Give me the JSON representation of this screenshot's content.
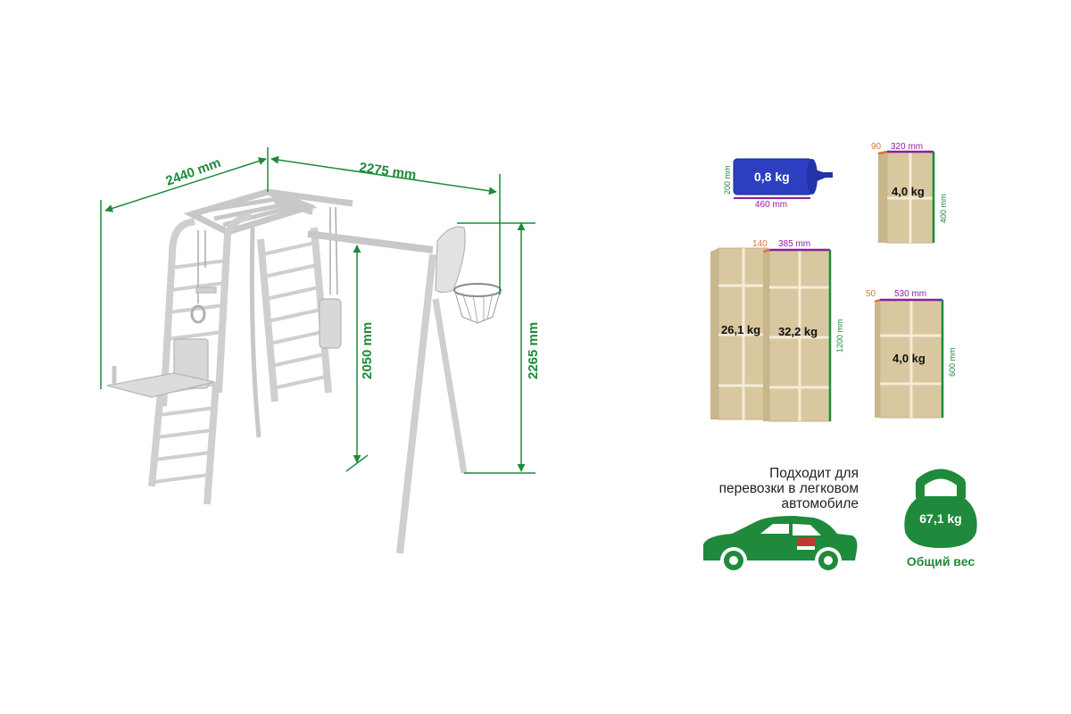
{
  "product_dims": {
    "width": "2440 mm",
    "length": "2275 mm",
    "height_bar": "2050 mm",
    "height_total": "2265 mm"
  },
  "bag": {
    "weight": "0,8 kg",
    "height": "200 mm",
    "length": "460 mm"
  },
  "box_small_top": {
    "depth": "90",
    "width": "320 mm",
    "height": "400 mm",
    "weight": "4,0 kg"
  },
  "box_large": {
    "depth": "140",
    "width": "385 mm",
    "height": "1200 mm",
    "weight_back": "26,1 kg",
    "weight_front": "32,2 kg"
  },
  "box_medium": {
    "depth": "50",
    "width": "530 mm",
    "height": "600 mm",
    "weight": "4,0 kg"
  },
  "car": {
    "line1": "Подходит для",
    "line2": "перевозки в легковом",
    "line3": "автомобиле"
  },
  "total": {
    "weight": "67,1 kg",
    "label": "Общий вес"
  },
  "colors": {
    "dimension_green": "#1f8a3c",
    "dimension_purple": "#8b1fa0",
    "dimension_orange": "#e0703a",
    "box_cardboard": "#d9c7a0",
    "bag_blue": "#2b3fc0",
    "frame_grey": "#dcdcdc"
  }
}
